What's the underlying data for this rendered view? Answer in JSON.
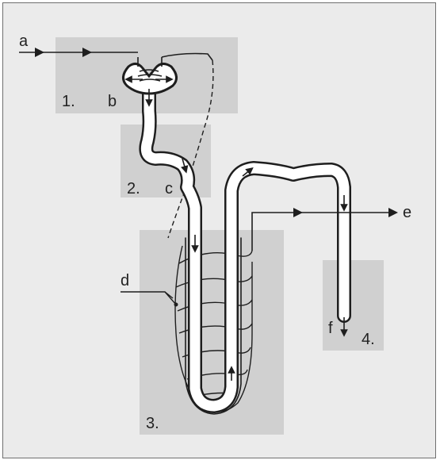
{
  "diagram": {
    "zones": [
      {
        "id": "zone-1",
        "label": "1."
      },
      {
        "id": "zone-2",
        "label": "2."
      },
      {
        "id": "zone-3",
        "label": "3."
      },
      {
        "id": "zone-4",
        "label": "4."
      }
    ],
    "labels": {
      "a": "a",
      "b": "b",
      "c": "c",
      "d": "d",
      "e": "e",
      "f": "f"
    }
  },
  "colors": {
    "background": "#ebebeb",
    "zone": "#d0d0d0",
    "tubule_fill": "#ffffff",
    "outline": "#1e1e1e"
  }
}
